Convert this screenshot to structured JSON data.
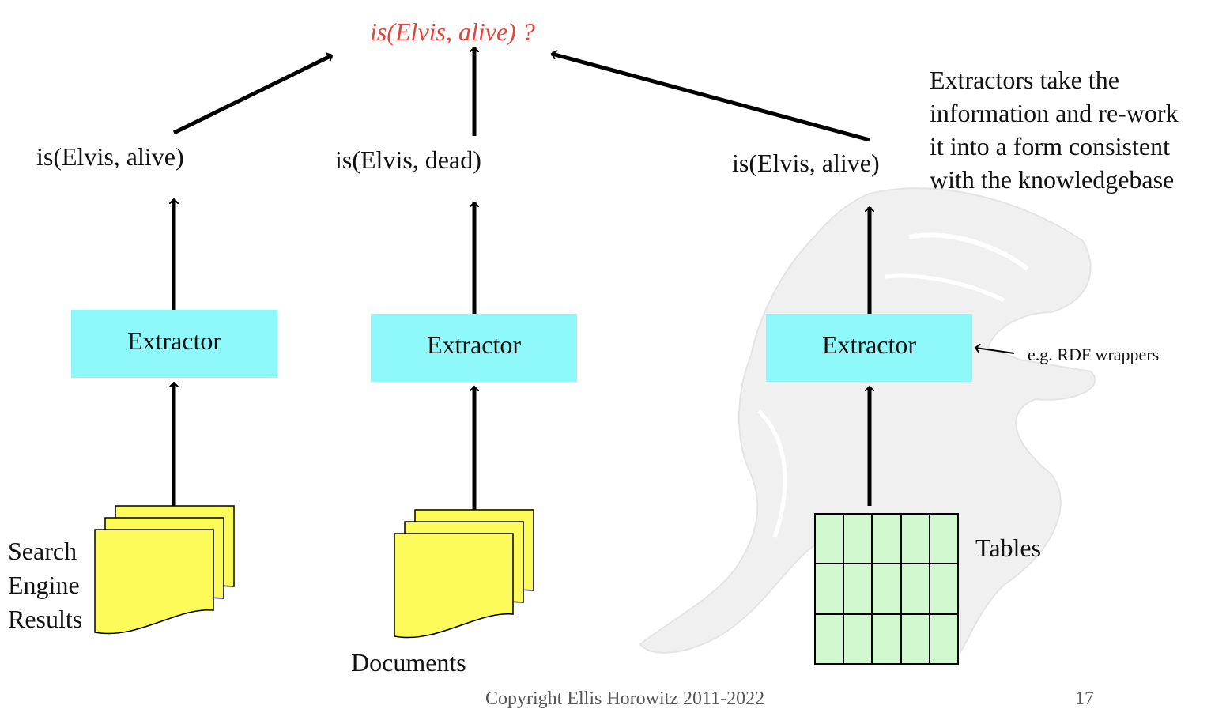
{
  "query": "is(Elvis, alive) ?",
  "facts": {
    "left": "is(Elvis, alive)",
    "middle": "is(Elvis, dead)",
    "right": "is(Elvis, alive)"
  },
  "extractor_label": "Extractor",
  "sources": {
    "search_results": [
      "Search",
      "Engine",
      "Results"
    ],
    "documents": "Documents",
    "tables": "Tables"
  },
  "annotation": "e.g. RDF wrappers",
  "explanation": [
    "Extractors take the",
    "information and re-work",
    "it into a form consistent",
    "with the knowledgebase"
  ],
  "footer": {
    "copyright": "Copyright Ellis Horowitz 2011-2022",
    "page_number": "17"
  },
  "colors": {
    "query": "#e8413a",
    "extractor_fill": "#8ff8fb",
    "document_fill": "#fdfb5a",
    "table_fill": "#d2f8cf",
    "watermark": "#f0f0f0"
  }
}
